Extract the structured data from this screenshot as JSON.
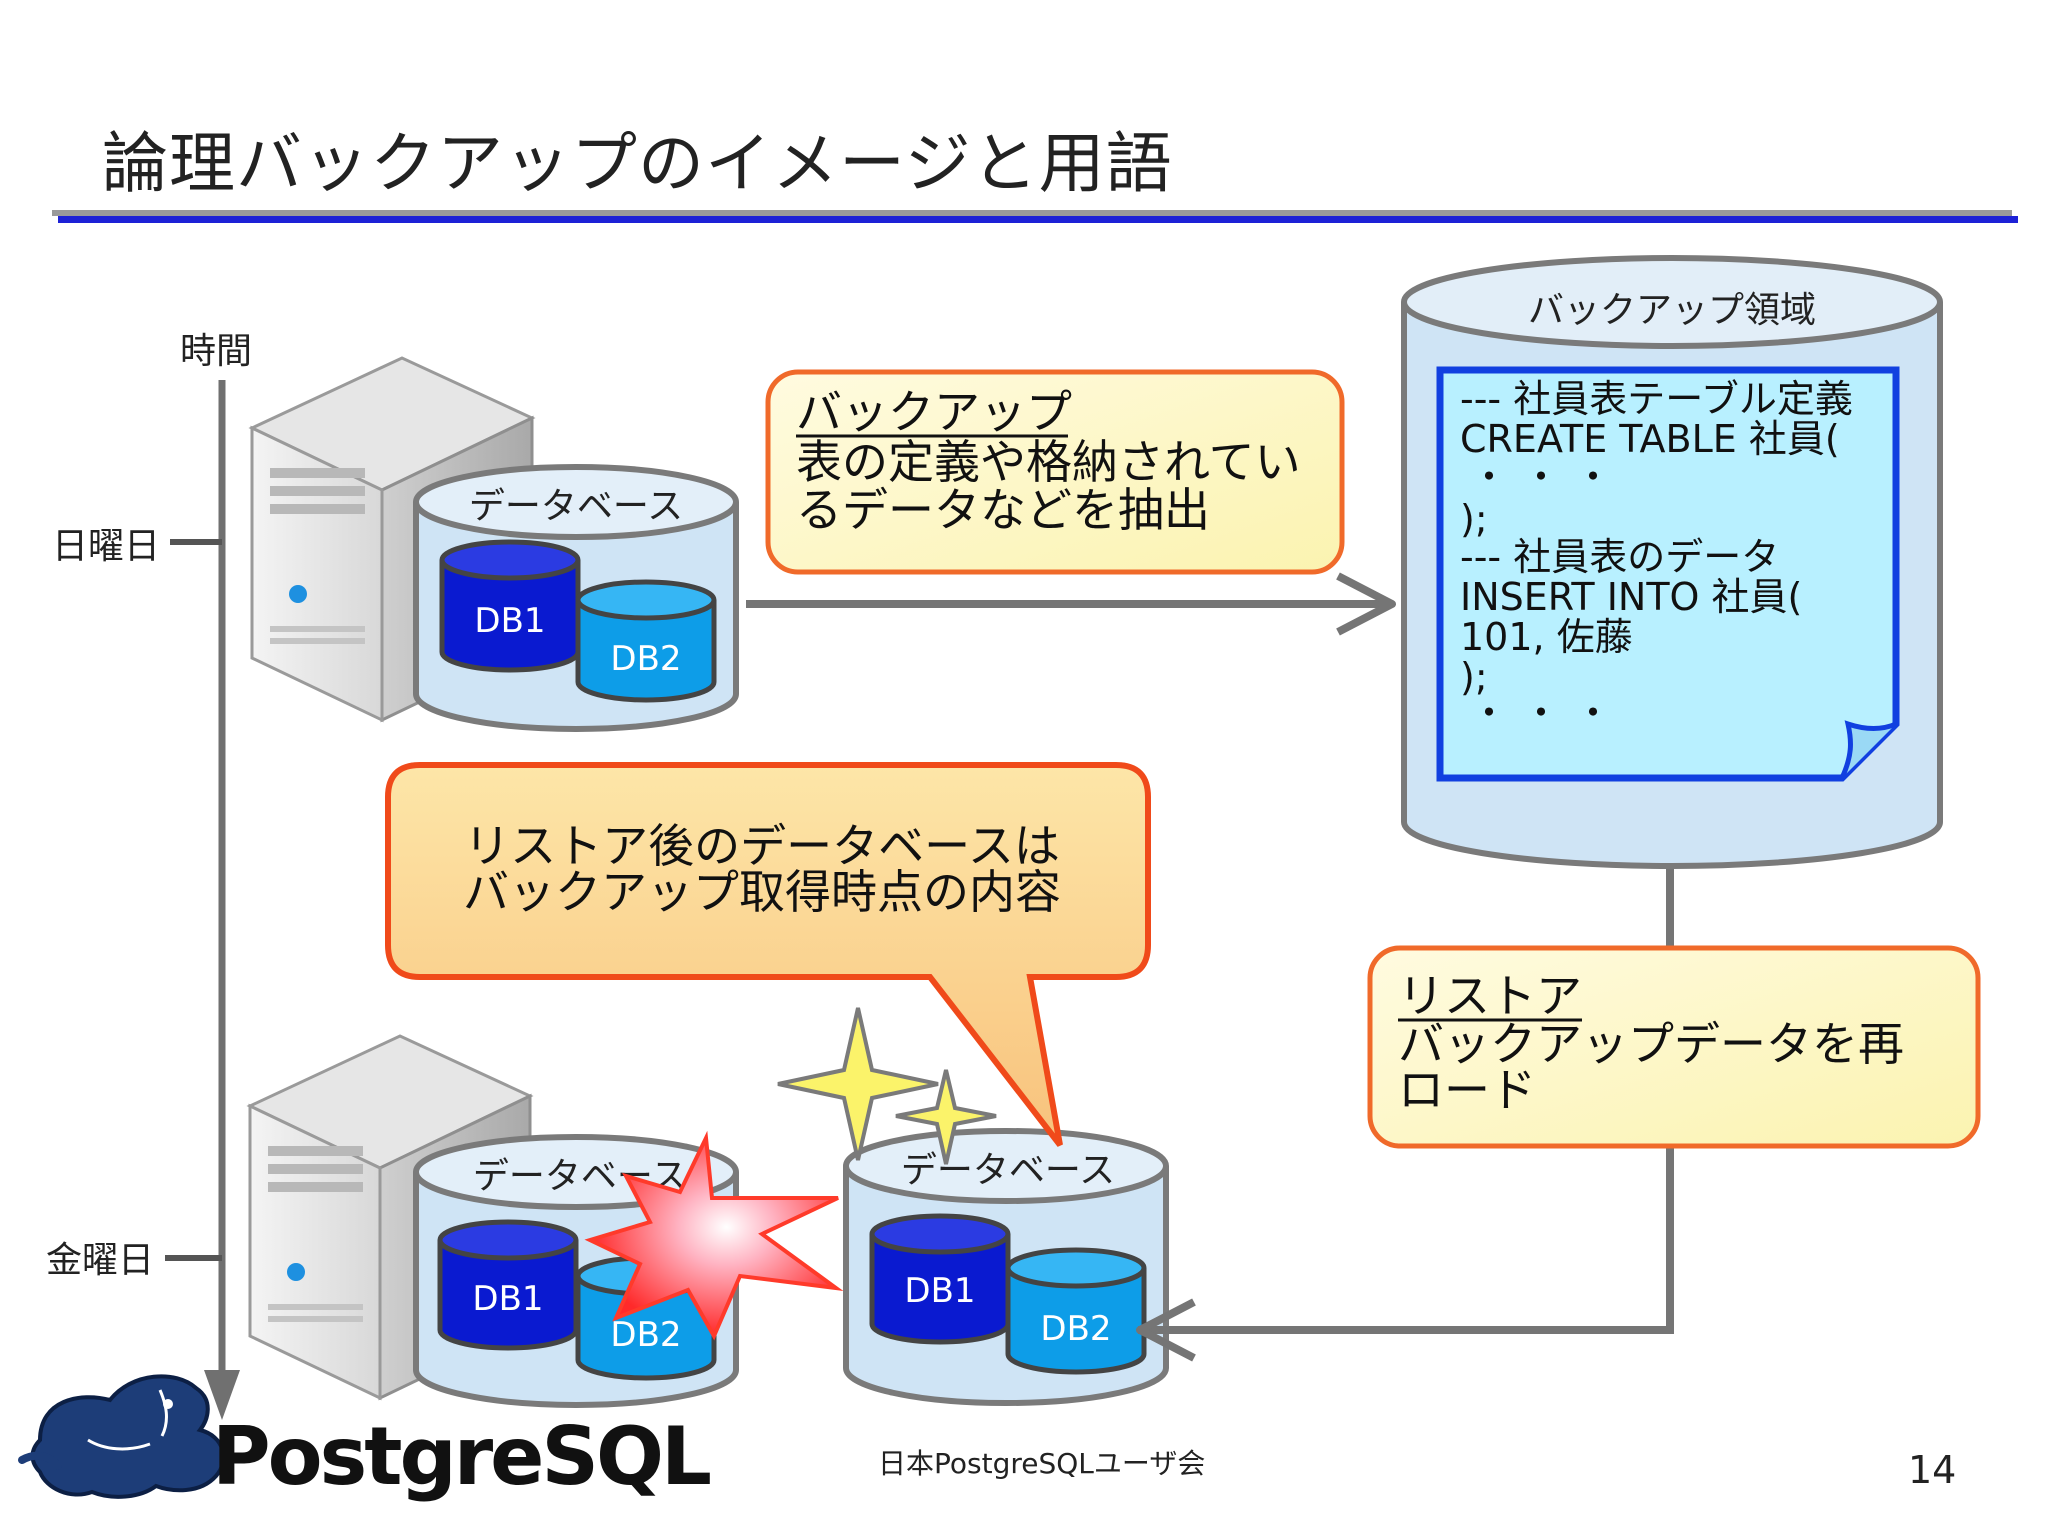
{
  "title": "論理バックアップのイメージと用語",
  "colors": {
    "title_rule": "#1d21d6",
    "db1": "#0a1ad0",
    "db2": "#0d9de8",
    "backup_area": "#cde4f6",
    "note_border": "#1140e0",
    "note_fill": "#b8f0ff",
    "callout_border": "#f06a2a",
    "callout_fill": "#fdfbd3",
    "big_callout_fill": "#fde0a8"
  },
  "timeline": {
    "label": "時間",
    "sunday": "日曜日",
    "friday": "金曜日"
  },
  "database": {
    "label": "データベース",
    "db1": "DB1",
    "db2": "DB2"
  },
  "backup_area": {
    "label": "バックアップ領域",
    "lines": [
      "--- 社員表テーブル定義",
      "CREATE TABLE 社員(",
      "・・・",
      ");",
      "--- 社員表のデータ",
      "INSERT INTO 社員(",
      "101, 佐藤",
      ");",
      "・・・"
    ]
  },
  "backup_callout": {
    "heading": "バックアップ",
    "line1": "表の定義や格納されてい",
    "line2": "るデータなどを抽出"
  },
  "restore_callout": {
    "heading": "リストア",
    "line1": "バックアップデータを再",
    "line2": "ロード"
  },
  "speech_bubble": {
    "line1": "リストア後のデータベースは",
    "line2": "バックアップ取得時点の内容"
  },
  "icons": [
    "server-icon",
    "crash-burst-icon",
    "sparkle-icon",
    "elephant-logo-icon"
  ],
  "logo": "PostgreSQL",
  "footer": {
    "org": "日本PostgreSQLユーザ会",
    "page": "14"
  }
}
